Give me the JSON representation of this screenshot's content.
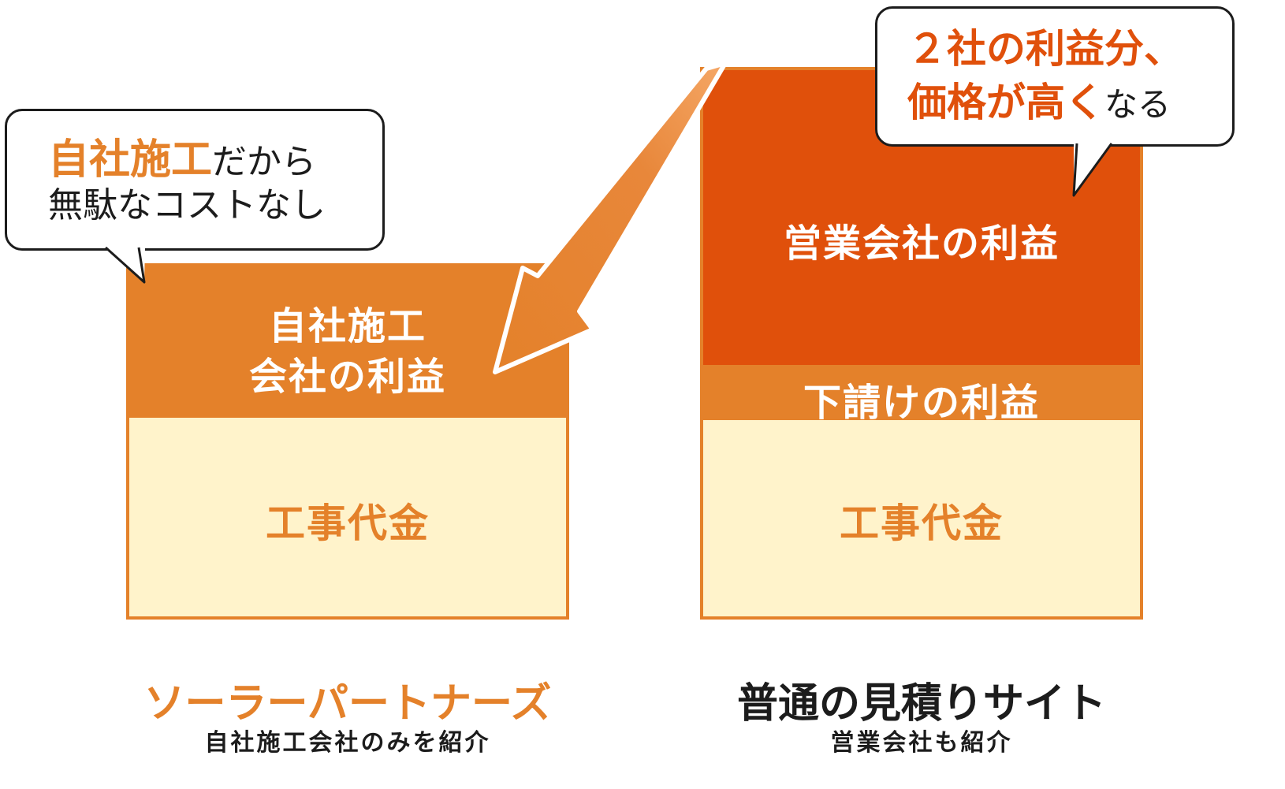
{
  "left_column": {
    "bubble": {
      "emphasis": "自社施工",
      "line1_rest": "だから",
      "line2": "無駄なコストなし"
    },
    "profit_label_line1": "自社施工",
    "profit_label_line2": "会社の利益",
    "construction_label": "工事代金",
    "title": "ソーラーパートナーズ",
    "subtitle": "自社施工会社のみを紹介"
  },
  "right_column": {
    "bubble": {
      "line1": "２社の利益分、",
      "line2_emphasis_a": "価格が高",
      "line2_emphasis_b": "く",
      "line2_rest": "なる"
    },
    "sales_profit_label": "営業会社の利益",
    "subcontract_profit_label": "下請けの利益",
    "construction_label": "工事代金",
    "title": "普通の見積りサイト",
    "subtitle": "営業会社も紹介"
  },
  "colors": {
    "orange": "#e4812a",
    "red_orange": "#e0500b",
    "cream": "#fff3cb",
    "text_dark": "#1c1c1c"
  }
}
